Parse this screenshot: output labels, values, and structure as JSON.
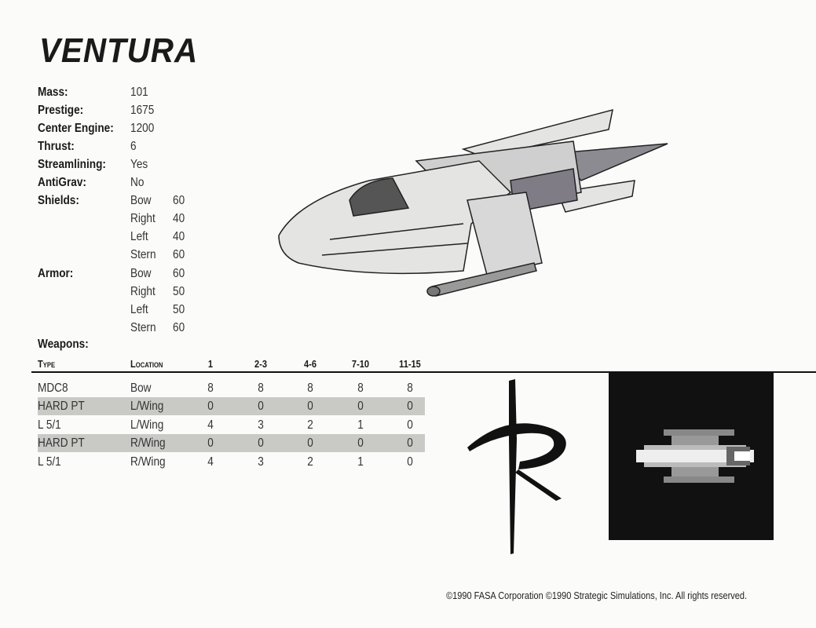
{
  "title": "VENTURA",
  "stats": [
    {
      "label": "Mass:",
      "value": "101"
    },
    {
      "label": "Prestige:",
      "value": "1675"
    },
    {
      "label": "Center Engine:",
      "value": "1200"
    },
    {
      "label": "Thrust:",
      "value": "6"
    },
    {
      "label": "Streamlining:",
      "value": "Yes"
    },
    {
      "label": "AntiGrav:",
      "value": "No"
    }
  ],
  "shields": {
    "label": "Shields:",
    "facings": [
      {
        "side": "Bow",
        "value": "60"
      },
      {
        "side": "Right",
        "value": "40"
      },
      {
        "side": "Left",
        "value": "40"
      },
      {
        "side": "Stern",
        "value": "60"
      }
    ]
  },
  "armor": {
    "label": "Armor:",
    "facings": [
      {
        "side": "Bow",
        "value": "60"
      },
      {
        "side": "Right",
        "value": "50"
      },
      {
        "side": "Left",
        "value": "50"
      },
      {
        "side": "Stern",
        "value": "60"
      }
    ]
  },
  "weapons": {
    "label": "Weapons:",
    "headers": [
      "Type",
      "Location",
      "1",
      "2-3",
      "4-6",
      "7-10",
      "11-15"
    ],
    "rows": [
      [
        "MDC8",
        "Bow",
        "8",
        "8",
        "8",
        "8",
        "8"
      ],
      [
        "HARD PT",
        "L/Wing",
        "0",
        "0",
        "0",
        "0",
        "0"
      ],
      [
        "L 5/1",
        "L/Wing",
        "4",
        "3",
        "2",
        "1",
        "0"
      ],
      [
        "HARD PT",
        "R/Wing",
        "0",
        "0",
        "0",
        "0",
        "0"
      ],
      [
        "L 5/1",
        "R/Wing",
        "4",
        "3",
        "2",
        "1",
        "0"
      ]
    ]
  },
  "logo_letter": "R",
  "copyright": "©1990 FASA Corporation ©1990 Strategic Simulations, Inc. All rights reserved.",
  "colors": {
    "row_shade": "#c9cac6",
    "icon_bg": "#111111"
  }
}
